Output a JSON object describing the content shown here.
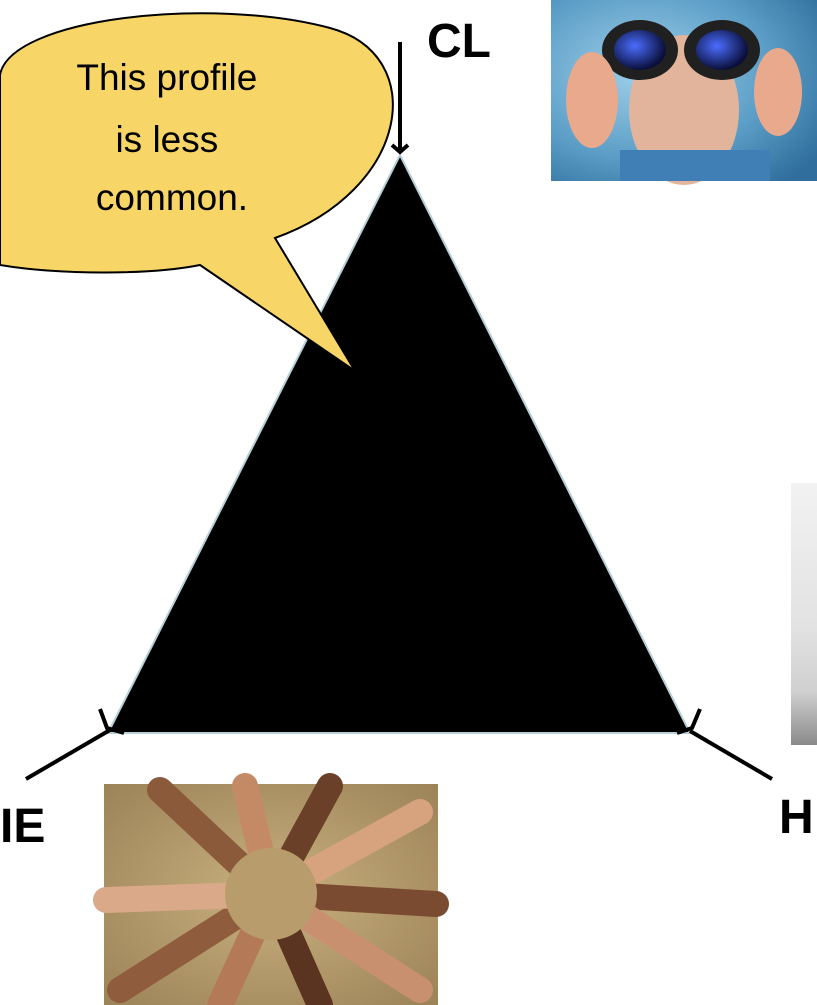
{
  "vertices": {
    "top": "CL",
    "left": "IE",
    "right": "H"
  },
  "callout": {
    "lines": [
      "This profile",
      "is less",
      "common."
    ]
  },
  "images": {
    "binoculars": "binoculars-photo",
    "hands": "hands-circle-photo",
    "right": "grey-photo-fragment"
  },
  "colors": {
    "triangle_fill": "#000000",
    "triangle_edge": "#b8d0d8",
    "callout_fill": "#f7d567",
    "callout_stroke": "#000000"
  }
}
